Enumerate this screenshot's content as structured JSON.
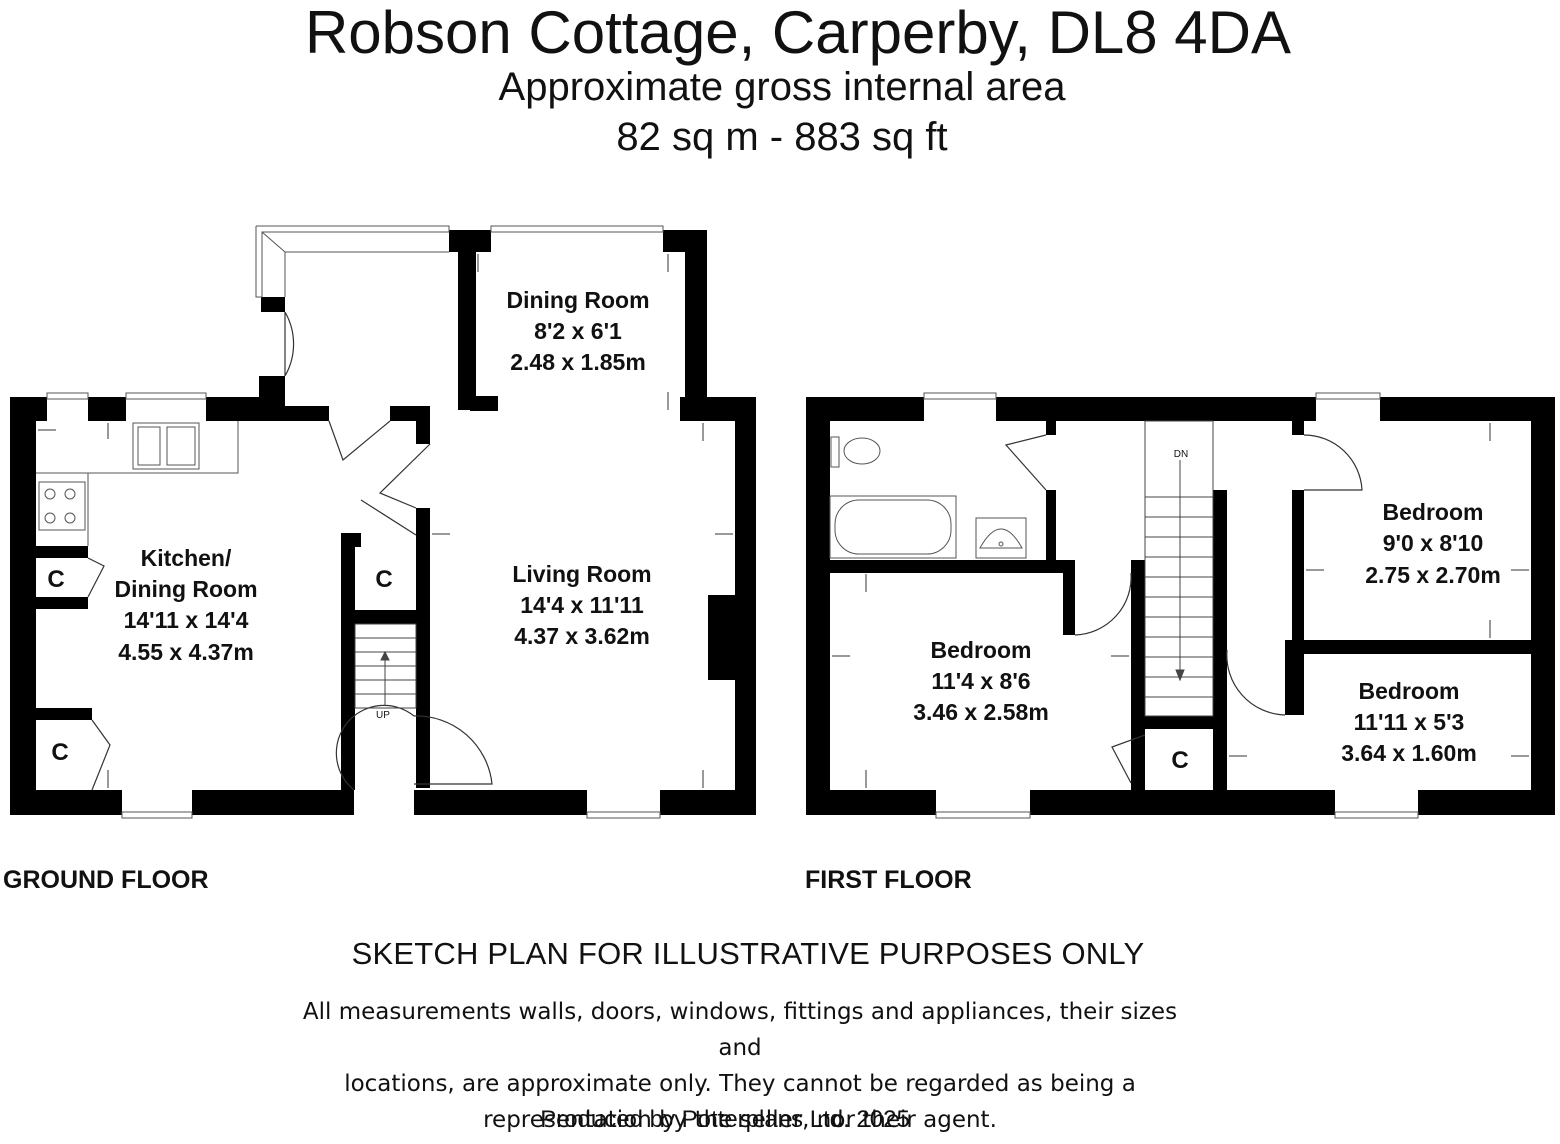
{
  "header": {
    "title": "Robson Cottage, Carperby, DL8 4DA",
    "area_label": "Approximate gross internal area",
    "area_value": "82 sq m  - 883 sq ft"
  },
  "ground_floor": {
    "label": "GROUND FLOOR",
    "rooms": [
      {
        "name": "Dining Room",
        "imperial": "8'2 x 6'1",
        "metric": "2.48 x 1.85m"
      },
      {
        "name": "Kitchen/",
        "name2": "Dining Room",
        "imperial": "14'11 x 14'4",
        "metric": "4.55 x 4.37m"
      },
      {
        "name": "Living Room",
        "imperial": "14'4 x 11'11",
        "metric": "4.37 x 3.62m"
      }
    ],
    "cupboard_label": "C",
    "stairs_label": "UP"
  },
  "first_floor": {
    "label": "FIRST FLOOR",
    "rooms": [
      {
        "name": "Bedroom",
        "imperial": "9'0 x 8'10",
        "metric": "2.75 x 2.70m"
      },
      {
        "name": "Bedroom",
        "imperial": "11'4 x 8'6",
        "metric": "3.46 x 2.58m"
      },
      {
        "name": "Bedroom",
        "imperial": "11'11 x 5'3",
        "metric": "3.64 x 1.60m"
      }
    ],
    "cupboard_label": "C",
    "stairs_label": "DN"
  },
  "footer": {
    "disclaimer": "SKETCH PLAN FOR ILLUSTRATIVE PURPOSES ONLY",
    "legal_line1": "All measurements walls, doors, windows, fittings and appliances, their sizes and",
    "legal_line2": "locations, are approximate only. They cannot be regarded as being a",
    "legal_line3": "representation by the seller, nor their agent.",
    "credit": "Produced by Potterplans Ltd. 2025"
  }
}
